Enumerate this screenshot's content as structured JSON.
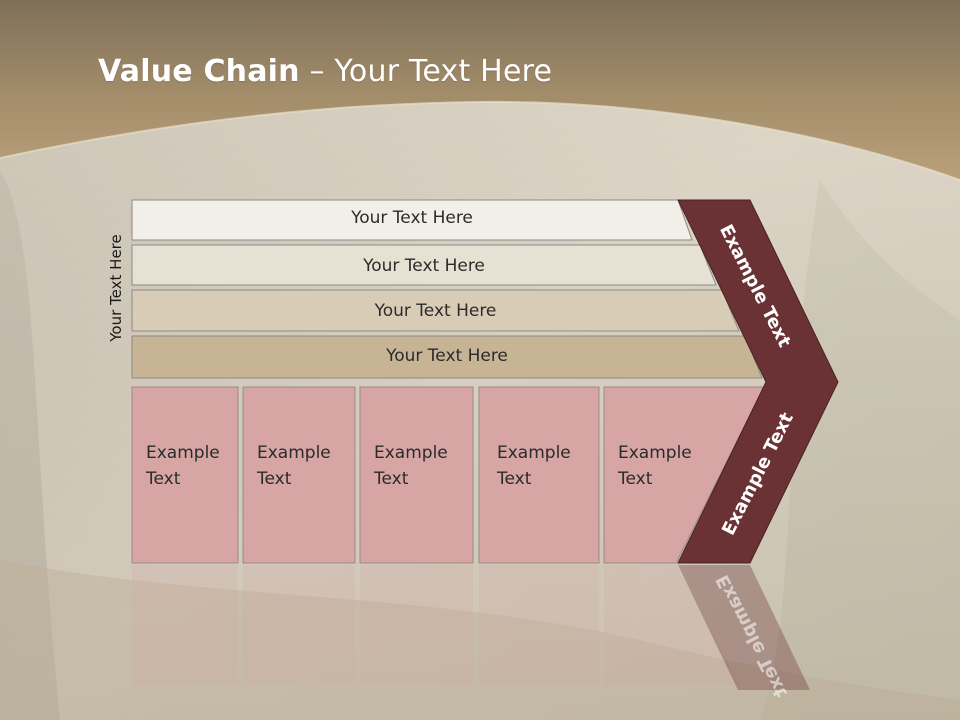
{
  "title": {
    "bold": "Value Chain",
    "rest": " – Your Text Here"
  },
  "side_label": "Your Text Here",
  "bars": [
    {
      "label": "Your Text Here"
    },
    {
      "label": "Your Text Here"
    },
    {
      "label": "Your Text Here"
    },
    {
      "label": "Your Text Here"
    }
  ],
  "boxes": [
    {
      "line1": "Example",
      "line2": "Text"
    },
    {
      "line1": "Example",
      "line2": "Text"
    },
    {
      "line1": "Example",
      "line2": "Text"
    },
    {
      "line1": "Example",
      "line2": "Text"
    },
    {
      "line1": "Example",
      "line2": "Text"
    }
  ],
  "chevron": {
    "upper": "Example Text",
    "lower": "Example Text"
  },
  "colors": {
    "header": "#a48e6a",
    "chevron": "#6a3234",
    "box": "#d6a5a4",
    "bar1": "#f2efe8",
    "bar2": "#e7e1d4",
    "bar3": "#d9ccb6",
    "bar4": "#c7b495"
  }
}
